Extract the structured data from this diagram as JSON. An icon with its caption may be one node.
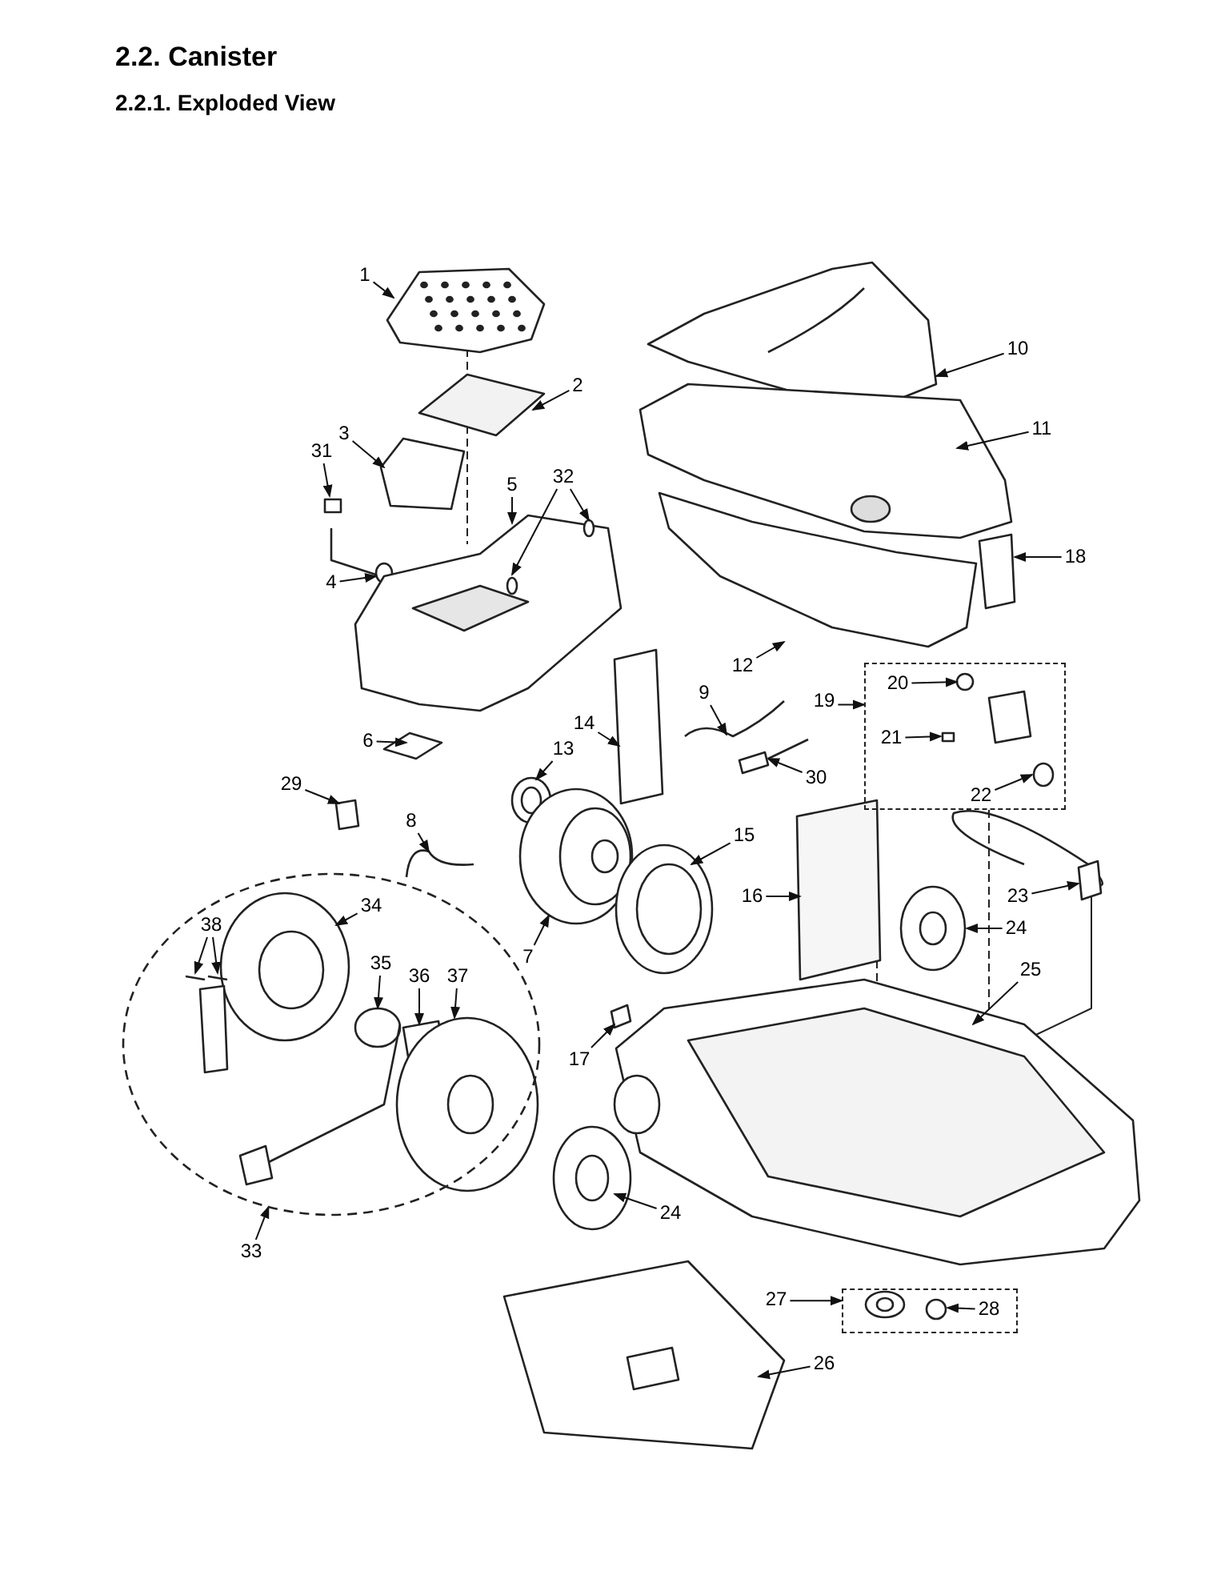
{
  "diagram": {
    "title": "2.2. Canister",
    "nodes": [
      {
        "text": [
          "1"
        ]
      },
      {
        "text": [
          "10"
        ]
      },
      {
        "text": [
          "2"
        ]
      },
      {
        "text": [
          "11"
        ]
      },
      {
        "text": [
          "3"
        ]
      },
      {
        "text": [
          "31"
        ]
      },
      {
        "text": [
          "5"
        ]
      },
      {
        "text": [
          "32"
        ]
      },
      {
        "text": [
          "18"
        ]
      },
      {
        "text": [
          "4"
        ]
      },
      {
        "text": [
          "12"
        ]
      },
      {
        "text": [
          "9"
        ]
      },
      {
        "text": [
          "19"
        ]
      },
      {
        "text": [],
        "shape": "box"
      },
      {
        "text": [
          "20"
        ],
        "in": 13
      },
      {
        "text": [
          "21"
        ],
        "in": 13
      },
      {
        "text": [
          "22"
        ],
        "in": 13
      },
      {
        "text": [
          "6"
        ]
      },
      {
        "text": [
          "14"
        ]
      },
      {
        "text": [
          "13"
        ]
      },
      {
        "text": [
          "30"
        ]
      },
      {
        "text": [
          "29"
        ]
      },
      {
        "text": [
          "8"
        ]
      },
      {
        "text": [
          "15"
        ]
      },
      {
        "text": [
          "23"
        ]
      },
      {
        "text": [
          "16"
        ]
      },
      {
        "text": [
          "24"
        ]
      },
      {
        "text": [],
        "shape": "ellipse"
      },
      {
        "text": [
          "38"
        ],
        "in": 27
      },
      {
        "text": [
          "34"
        ],
        "in": 27
      },
      {
        "text": [
          "35"
        ],
        "in": 27
      },
      {
        "text": [
          "36"
        ],
        "in": 27
      },
      {
        "text": [
          "37"
        ],
        "in": 27
      },
      {
        "text": [
          "7"
        ]
      },
      {
        "text": [
          "25"
        ]
      },
      {
        "text": [
          "17"
        ]
      },
      {
        "text": [
          "24"
        ]
      },
      {
        "text": [
          "33"
        ]
      },
      {
        "text": [
          "27"
        ]
      },
      {
        "text": [],
        "shape": "box"
      },
      {
        "text": [
          "28"
        ],
        "in": 39
      },
      {
        "text": [
          "26"
        ]
      }
    ],
    "edges": [
      {
        "from": 0,
        "to": null,
        "arrow": "to"
      },
      {
        "from": 1,
        "to": null,
        "arrow": "to"
      },
      {
        "from": 2,
        "to": null,
        "arrow": "to"
      },
      {
        "from": 3,
        "to": null,
        "arrow": "to"
      },
      {
        "from": 4,
        "to": null,
        "arrow": "to"
      },
      {
        "from": 5,
        "to": null,
        "arrow": "to"
      },
      {
        "from": 6,
        "to": null,
        "arrow": "to"
      },
      {
        "from": 7,
        "to": null,
        "arrow": "to"
      },
      {
        "from": 7,
        "to": null,
        "arrow": "to"
      },
      {
        "from": 8,
        "to": null,
        "arrow": "to"
      },
      {
        "from": 9,
        "to": null,
        "arrow": "to"
      },
      {
        "from": 10,
        "to": null,
        "arrow": "to"
      },
      {
        "from": 11,
        "to": null,
        "arrow": "to"
      },
      {
        "from": 12,
        "to": 13,
        "arrow": "to"
      },
      {
        "from": 14,
        "to": null,
        "arrow": "to"
      },
      {
        "from": 15,
        "to": null,
        "arrow": "to"
      },
      {
        "from": 16,
        "to": null,
        "arrow": "to"
      },
      {
        "from": 17,
        "to": null,
        "arrow": "to"
      },
      {
        "from": 18,
        "to": null,
        "arrow": "to"
      },
      {
        "from": 19,
        "to": null,
        "arrow": "to"
      },
      {
        "from": 20,
        "to": null,
        "arrow": "to"
      },
      {
        "from": 21,
        "to": null,
        "arrow": "to"
      },
      {
        "from": 22,
        "to": null,
        "arrow": "to"
      },
      {
        "from": 23,
        "to": null,
        "arrow": "to"
      },
      {
        "from": 24,
        "to": null,
        "arrow": "to"
      },
      {
        "from": 25,
        "to": null,
        "arrow": "to"
      },
      {
        "from": 26,
        "to": null,
        "arrow": "to"
      },
      {
        "from": 28,
        "to": null,
        "arrow": "to"
      },
      {
        "from": 28,
        "to": null,
        "arrow": "to"
      },
      {
        "from": 29,
        "to": null,
        "arrow": "to"
      },
      {
        "from": 30,
        "to": null,
        "arrow": "to"
      },
      {
        "from": 31,
        "to": null,
        "arrow": "to"
      },
      {
        "from": 32,
        "to": null,
        "arrow": "to"
      },
      {
        "from": 33,
        "to": null,
        "arrow": "to"
      },
      {
        "from": 34,
        "to": null,
        "arrow": "to"
      },
      {
        "from": 35,
        "to": null,
        "arrow": "to"
      },
      {
        "from": 36,
        "to": null,
        "arrow": "to"
      },
      {
        "from": 37,
        "to": 27,
        "arrow": "to"
      },
      {
        "from": 38,
        "to": 39,
        "arrow": "to"
      },
      {
        "from": 40,
        "to": null,
        "arrow": "to"
      },
      {
        "from": 41,
        "to": null,
        "arrow": "to"
      }
    ],
    "labels": [
      "2.2.1. Exploded View"
    ]
  }
}
